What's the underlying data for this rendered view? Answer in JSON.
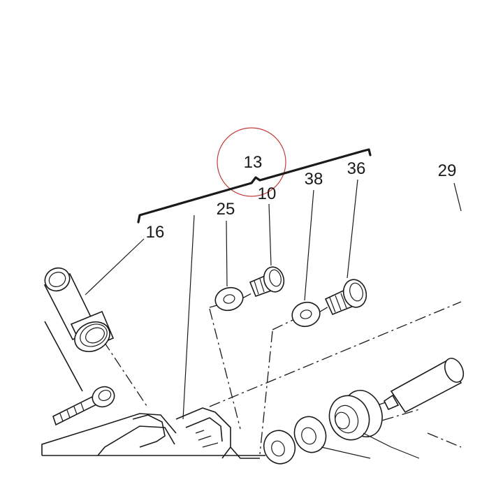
{
  "diagram": {
    "callouts": [
      {
        "id": "13",
        "label": "13"
      },
      {
        "id": "10",
        "label": "10"
      },
      {
        "id": "38",
        "label": "38"
      },
      {
        "id": "36",
        "label": "36"
      },
      {
        "id": "29",
        "label": "29"
      },
      {
        "id": "25",
        "label": "25"
      },
      {
        "id": "16",
        "label": "16"
      }
    ],
    "highlight_color": "#c03a3a",
    "line_color": "#1a1a1a"
  }
}
